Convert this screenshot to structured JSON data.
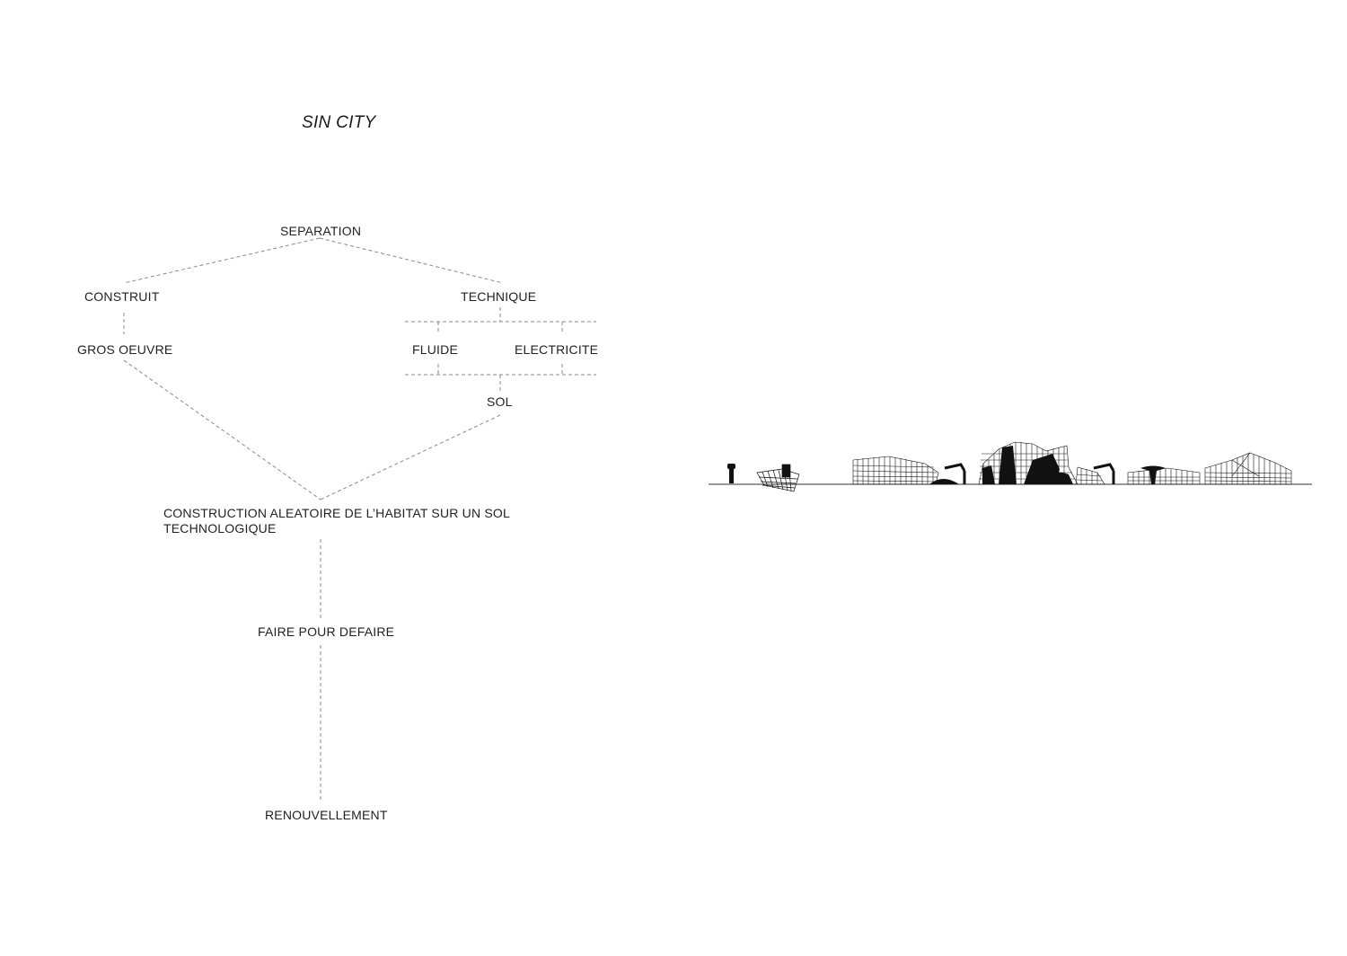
{
  "title": "SIN CITY",
  "nodes": {
    "separation": "SEPARATION",
    "construit": "CONSTRUIT",
    "technique": "TECHNIQUE",
    "gros_oeuvre": "GROS OEUVRE",
    "fluide": "FLUIDE",
    "electricite": "ELECTRICITE",
    "sol": "SOL",
    "construction_line1": "CONSTRUCTION ALEATOIRE DE L’HABITAT SUR UN SOL",
    "construction_line2": "TECHNOLOGIQUE",
    "faire": "FAIRE POUR DEFAIRE",
    "renouvellement": "RENOUVELLEMENT"
  },
  "colors": {
    "text": "#222222",
    "dashed_line": "#8a8a8a",
    "skyline": "#111111"
  }
}
